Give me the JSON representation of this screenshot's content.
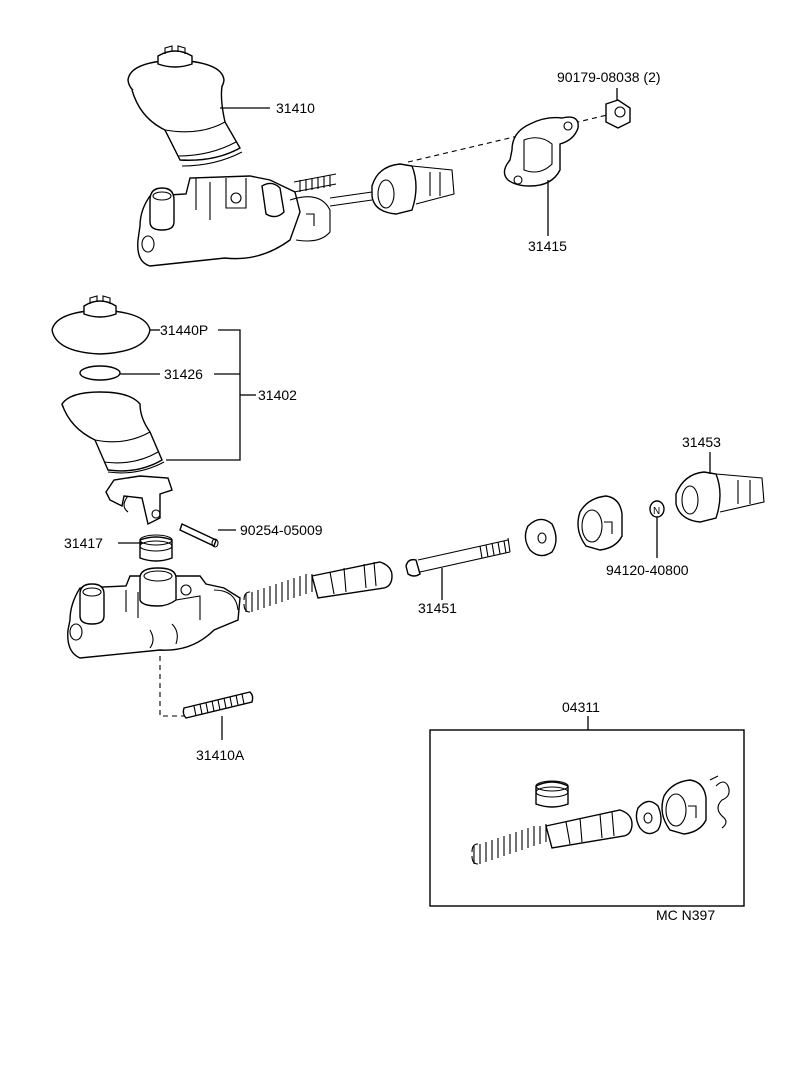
{
  "labels": {
    "l31410": "31410",
    "l90179": "90179-08038 (2)",
    "l31415": "31415",
    "l31440p": "31440P",
    "l31426": "31426",
    "l31402": "31402",
    "l90254": "90254-05009",
    "l31417": "31417",
    "l31453": "31453",
    "l94120": "94120-40800",
    "l31451": "31451",
    "l31410a": "31410A",
    "l04311": "04311",
    "code": "MC N397",
    "n_mark": "N"
  }
}
